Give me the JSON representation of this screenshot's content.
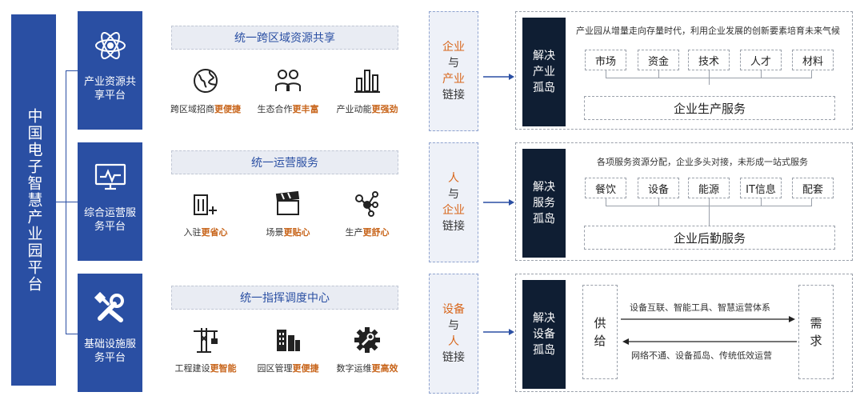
{
  "title": "中国电子智慧产业园平台",
  "platforms": [
    {
      "label": "产业资源共享平台",
      "icon": "atom-icon",
      "section": "统一跨区域资源共享",
      "features": [
        {
          "icon": "globe-icon",
          "prefix": "跨区域招商",
          "emph": "更便捷"
        },
        {
          "icon": "people-icon",
          "prefix": "生态合作",
          "emph": "更丰富"
        },
        {
          "icon": "bar-chart-icon",
          "prefix": "产业动能",
          "emph": "更强劲"
        }
      ],
      "link": [
        [
          "企业",
          "o"
        ],
        [
          "与",
          "d"
        ],
        [
          "产业",
          "o"
        ],
        [
          "链接",
          "d"
        ]
      ],
      "solve": "解决产业孤岛",
      "desc": "产业园从增量走向存量时代，利用企业发展的创新要素培育未来气候",
      "chips": [
        "市场",
        "资金",
        "技术",
        "人才",
        "材料"
      ],
      "service": "企业生产服务"
    },
    {
      "label": "综合运营服务平台",
      "icon": "monitor-icon",
      "section": "统一运营服务",
      "features": [
        {
          "icon": "building-add-icon",
          "prefix": "入驻",
          "emph": "更省心"
        },
        {
          "icon": "clapper-icon",
          "prefix": "场景",
          "emph": "更贴心"
        },
        {
          "icon": "network-icon",
          "prefix": "生产",
          "emph": "更舒心"
        }
      ],
      "link": [
        [
          "人",
          "o"
        ],
        [
          "与",
          "d"
        ],
        [
          "企业",
          "o"
        ],
        [
          "链接",
          "d"
        ]
      ],
      "solve": "解决服务孤岛",
      "desc": "各项服务资源分配，企业多头对接，未形成一站式服务",
      "chips": [
        "餐饮",
        "设备",
        "能源",
        "IT信息",
        "配套"
      ],
      "service": "企业后勤服务"
    },
    {
      "label": "基础设施服务平台",
      "icon": "tools-icon",
      "section": "统一指挥调度中心",
      "features": [
        {
          "icon": "crane-icon",
          "prefix": "工程建设",
          "emph": "更智能"
        },
        {
          "icon": "city-icon",
          "prefix": "园区管理",
          "emph": "更便捷"
        },
        {
          "icon": "gear-icon",
          "prefix": "数字运维",
          "emph": "更高效"
        }
      ],
      "link": [
        [
          "设备",
          "o"
        ],
        [
          "与",
          "d"
        ],
        [
          "人",
          "o"
        ],
        [
          "链接",
          "d"
        ]
      ],
      "solve": "解决设备孤岛",
      "supply": "供给",
      "demand": "需求",
      "top_line": "设备互联、智能工具、智慧运营体系",
      "bottom_line": "网络不通、设备孤岛、传统低效运营"
    }
  ]
}
